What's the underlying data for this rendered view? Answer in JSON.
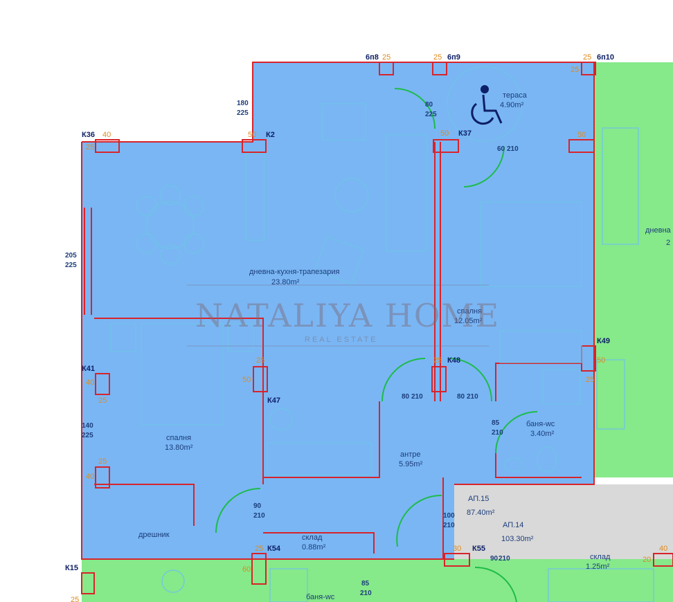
{
  "rooms": {
    "terrace": {
      "name": "тераса",
      "area": "4.90m²"
    },
    "living": {
      "name": "дневна-кухня-трапезария",
      "area": "23.80m²"
    },
    "bedroom_right": {
      "name": "спалня",
      "area": "12.05m²"
    },
    "bedroom_left": {
      "name": "спалня",
      "area": "13.80m²"
    },
    "entry": {
      "name": "антре",
      "area": "5.95m²"
    },
    "bath_right": {
      "name": "баня-wc",
      "area": "3.40m²"
    },
    "storage_mid": {
      "name": "склад",
      "area": "0.88m²"
    },
    "wardrobe": {
      "name": "дрешник"
    },
    "storage_right": {
      "name": "склад",
      "area": "1.25m²"
    },
    "bath_bottom": {
      "name": "баня-wc"
    },
    "neighbor_living": {
      "name": "дневна",
      "area_partial": "2"
    }
  },
  "apartments": {
    "ap15": {
      "label": "АП.15",
      "area": "87.40m²"
    },
    "ap14": {
      "label": "АП.14",
      "area": "103.30m²"
    }
  },
  "columns": [
    "К36",
    "К2",
    "К37",
    "К41",
    "К47",
    "К48",
    "К49",
    "К54",
    "К55",
    "К15"
  ],
  "windows": [
    "6п8",
    "6п9",
    "6п10"
  ],
  "dims_orange": [
    "25",
    "25",
    "25",
    "40",
    "50",
    "50",
    "25",
    "50",
    "25",
    "25",
    "50",
    "40",
    "25",
    "30",
    "25",
    "60",
    "25",
    "40",
    "40",
    "20",
    "50",
    "25",
    "25",
    "25"
  ],
  "dims_blue": {
    "d_180_225": [
      "180",
      "225"
    ],
    "d_80_225": [
      "80",
      "225"
    ],
    "d_205_225": [
      "205",
      "225"
    ],
    "d_140_225": [
      "140",
      "225"
    ],
    "d_85_210_a": [
      "85",
      "210"
    ],
    "d_80_210_a": [
      "80",
      "210"
    ],
    "d_80_210_b": [
      "80",
      "210"
    ],
    "d_90_210": [
      "90",
      "210"
    ],
    "d_100_210": [
      "100",
      "210"
    ],
    "d_85_210_b": [
      "85",
      "210"
    ],
    "d_60_210": [
      "60",
      "210"
    ],
    "d_90_210_v": [
      "90",
      "210"
    ]
  },
  "watermark": {
    "brand": "NATALIYA HOME",
    "tag": "REAL ESTATE"
  },
  "colors": {
    "apartment_fill": "#7ab6f4",
    "neighbor_fill": "#86e98a",
    "common_fill": "#d9d9d9",
    "wall": "#d8232a",
    "door": "#1dbb4a",
    "furniture": "#6fc3e8"
  }
}
